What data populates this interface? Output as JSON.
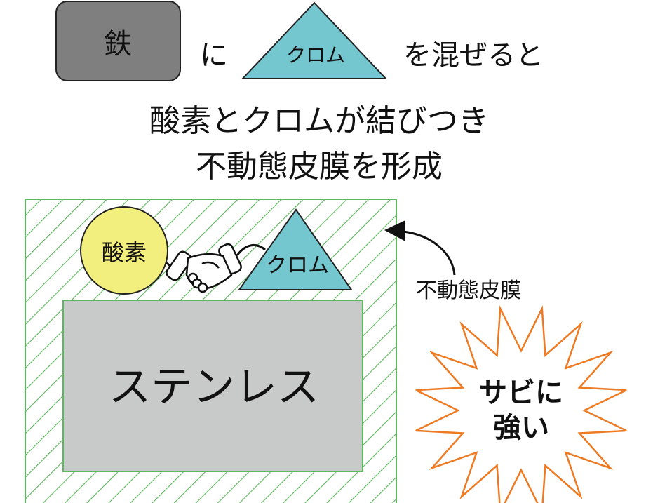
{
  "top_row": {
    "iron_label": "鉄",
    "particle_ni": "に",
    "chromium_label": "クロム",
    "mix_text": "を混ぜると"
  },
  "headline": {
    "line1": "酸素とクロムが結びつき",
    "line2": "不動態皮膜を形成"
  },
  "diagram": {
    "oxygen_label": "酸素",
    "chromium_label": "クロム",
    "stainless_label": "ステンレス",
    "film_label": "不動態皮膜",
    "burst_line1": "サビに",
    "burst_line2": "強い"
  },
  "colors": {
    "iron": "#7f7f7f",
    "chromium": "#74c6cf",
    "oxygen": "#f3ef7f",
    "stainless": "#c8c9c9",
    "film_hatch": "#5cb85c",
    "burst": "#ee7a22"
  }
}
